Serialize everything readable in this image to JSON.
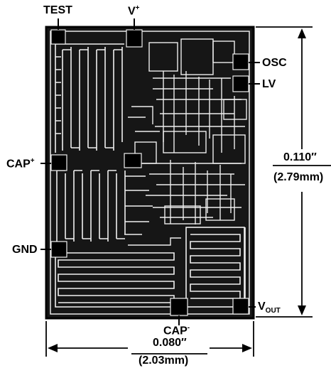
{
  "pins": {
    "test": "TEST",
    "vplus_main": "V",
    "vplus_sup": "+",
    "osc": "OSC",
    "lv": "LV",
    "capplus_main": "CAP",
    "capplus_sup": "+",
    "gnd": "GND",
    "vout_main": "V",
    "vout_sub": "OUT",
    "capminus_main": "CAP",
    "capminus_sup": "-"
  },
  "dimensions": {
    "height_in": "0.110″",
    "height_mm": "(2.79mm)",
    "width_in": "0.080″",
    "width_mm": "(2.03mm)"
  },
  "colors": {
    "ink": "#000000",
    "paper": "#ffffff",
    "die_fill": "#1a1a1a",
    "metal": "#f2f2f2"
  }
}
